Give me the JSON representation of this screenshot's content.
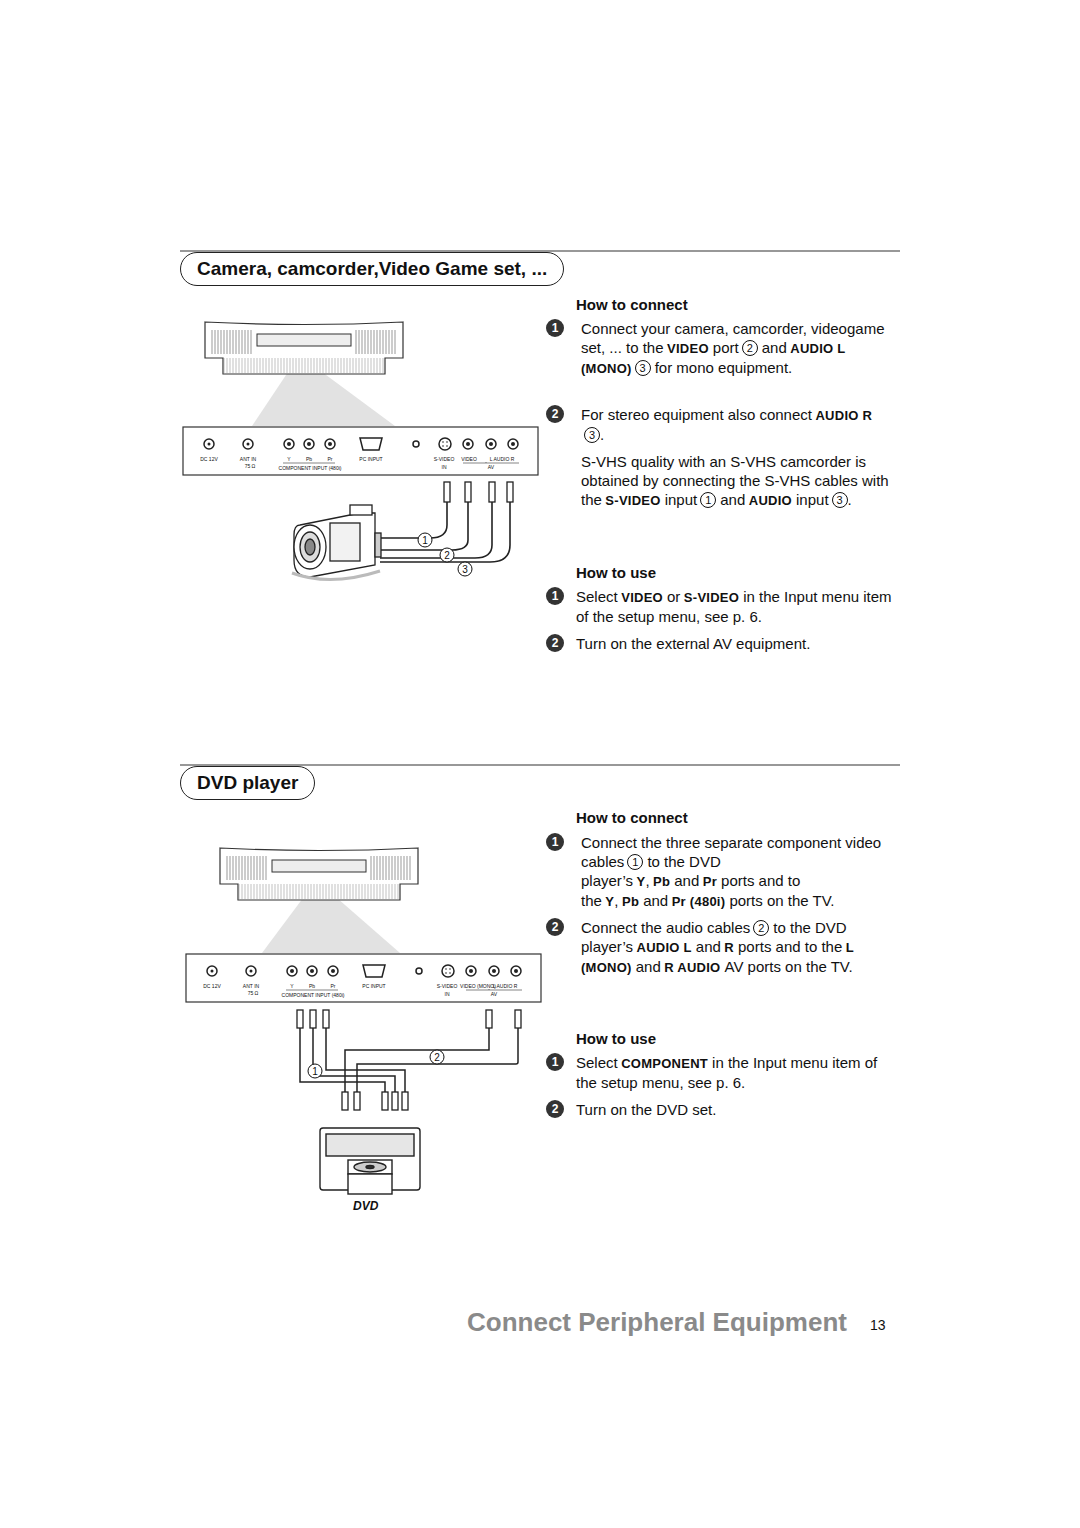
{
  "diagram": {
    "nodes": [
      {
        "text": [
          "Camera, camcorder,Video Game set, ..."
        ]
      },
      {
        "text": [
          "DVD player"
        ]
      }
    ],
    "labels": [
      "How to connect",
      "Connect your camera, camcorder, videogame set, ... to the",
      "VIDEO",
      "port",
      "2",
      "and",
      "AUDIO L (MONO)",
      "3",
      "for mono equipment.",
      "For stereo equipment also connect",
      "AUDIO R",
      "3",
      ".",
      "S-VHS quality with an S-VHS camcorder is obtained by connecting the S-VHS cables with the",
      "S-VIDEO",
      "input",
      "1",
      "and",
      "AUDIO",
      "input",
      "3",
      ".",
      "How to use",
      "Select",
      "VIDEO",
      "or",
      "S-VIDEO",
      "in the Input menu item of the setup menu, see p. 6.",
      "Turn on the external AV equipment.",
      "1",
      "2",
      "1",
      "2",
      "How to connect",
      "1",
      "Connect the three separate component video cables",
      "1",
      "to the DVD player’s",
      "Y",
      ",",
      "Pb",
      "and",
      "Pr",
      "ports and to the",
      "Y",
      ",",
      "Pb",
      "and",
      "Pr (480i)",
      "ports on the TV.",
      "2",
      "Connect the audio cables",
      "2",
      "to the DVD player’s",
      "AUDIO L",
      "and",
      "R",
      "ports and to the",
      "L (MONO)",
      "and",
      "R AUDIO",
      "AV ports on the TV.",
      "How to use",
      "1",
      "Select",
      "COMPONENT",
      "in the Input menu item of the setup menu, see p. 6.",
      "2",
      "Turn on the DVD set.",
      "DC 12V",
      "ANT IN",
      "75 Ω",
      "Y",
      "Pb",
      "Pr",
      "COMPONENT INPUT (480i)",
      "PC INPUT",
      "S-VIDEO",
      "VIDEO",
      "L AUDIO R",
      "IN",
      "AV",
      "1",
      "2",
      "3",
      "DC 12V",
      "ANT IN",
      "75 Ω",
      "Y",
      "Pb",
      "Pr",
      "COMPONENT INPUT (480i)",
      "PC INPUT",
      "S-VIDEO",
      "VIDEO (MONO)",
      "L AUDIO R",
      "IN",
      "AV",
      "1",
      "2",
      "DVD",
      "Connect Peripheral Equipment",
      "13"
    ]
  }
}
